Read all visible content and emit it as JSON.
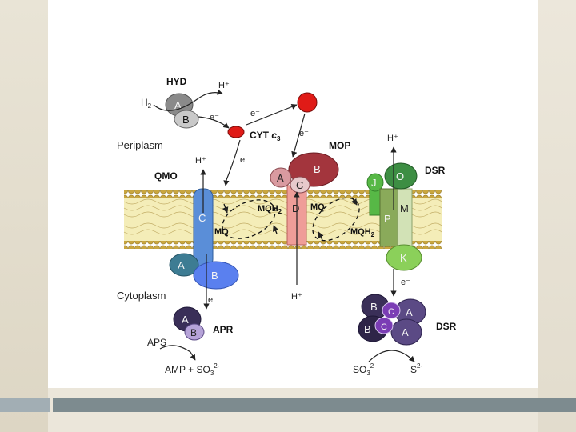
{
  "labels": {
    "hyd": "HYD",
    "h2": "H",
    "h2_sub": "2",
    "h_plus_hyd": "H⁺",
    "e_hyd": "e⁻",
    "e_upper": "e⁻",
    "e_upper2": "e⁻",
    "cyt": "CYT ",
    "cyt_c": "c",
    "cyt_sub": "3",
    "periplasm": "Periplasm",
    "mop": "MOP",
    "h_plus_dsr": "H⁺",
    "dsr_top": "DSR",
    "h_plus_qmo": "H⁺",
    "e_mid": "e⁻",
    "qmo": "QMO",
    "mqh2_left": "MQH",
    "mqh2_left_sub": "2",
    "mq_right": "MQ",
    "mq_left": "MQ",
    "mqh2_right": "MQH",
    "mqh2_right_sub": "2",
    "cytoplasm": "Cytoplasm",
    "e_cyto": "e⁻",
    "h_plus_bottom": "H⁺",
    "e_dsr": "e⁻",
    "dsr_bottom": "DSR",
    "apr": "APR",
    "aps": "APS",
    "amp": "AMP + SO",
    "amp_sub": "3",
    "amp_sup": "2-",
    "so3": "SO",
    "so3_sub": "3",
    "so3_sup": "2",
    "s2": "S",
    "s2_sup": "2-"
  },
  "subunits": {
    "hyd_a": "A",
    "hyd_b": "B",
    "mop_a": "A",
    "mop_b": "B",
    "mop_c": "C",
    "mop_d": "D",
    "qmo_c": "C",
    "qmo_a": "A",
    "qmo_b": "B",
    "dsr_j": "J",
    "dsr_o": "O",
    "dsr_p": "P",
    "dsr_m": "M",
    "dsr_k": "K",
    "apr_a": "A",
    "apr_b": "B",
    "dsrab_b1": "B",
    "dsrab_c1": "C",
    "dsrab_a1": "A",
    "dsrab_b2": "B",
    "dsrab_c2": "C",
    "dsrab_a2": "A"
  },
  "colors": {
    "membrane_head": "#c8a745",
    "membrane_core": "#f3ecb4",
    "hyd": "#8c8c8c",
    "cytochrome": "#e01b17",
    "mop_b": "#a8383f",
    "mop_a": "#d79a9f",
    "mop_d": "#ee9a95",
    "qmo_c": "#5b8fd9",
    "qmo_a": "#3f7d92",
    "qmo_b": "#5a7ff0",
    "dsr_j": "#58b947",
    "dsr_o": "#3d8f43",
    "dsr_p": "#8aa95a",
    "dsr_m": "#d2e2b6",
    "dsr_k": "#8bd05a",
    "dsrab": "#4a3d6b",
    "dsrc": "#7a3db3"
  }
}
